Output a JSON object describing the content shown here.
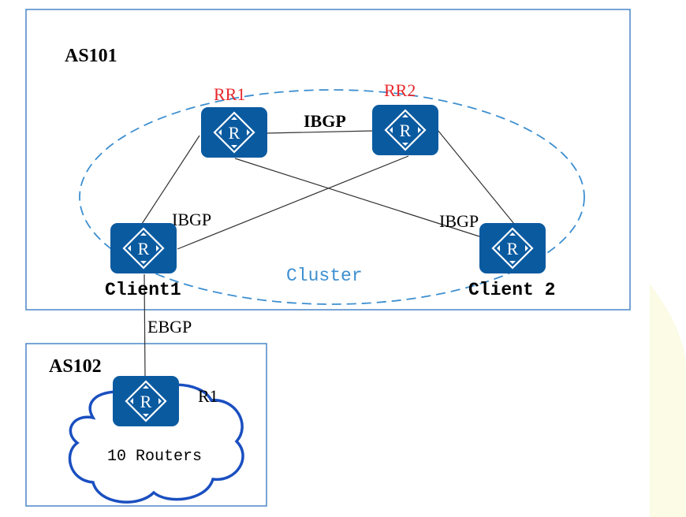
{
  "as101": {
    "label": "AS101"
  },
  "as102": {
    "label": "AS102"
  },
  "cluster": {
    "label": "Cluster"
  },
  "routers": {
    "rr1": {
      "label": "RR1",
      "glyph": "R"
    },
    "rr2": {
      "label": "RR2",
      "glyph": "R"
    },
    "client1": {
      "label": "Client1",
      "glyph": "R"
    },
    "client2": {
      "label": "Client 2",
      "glyph": "R"
    },
    "r1": {
      "label": "R1",
      "glyph": "R"
    }
  },
  "links": {
    "ibgp_top": "IBGP",
    "ibgp_left": "IBGP",
    "ibgp_right": "IBGP",
    "ebgp": "EBGP"
  },
  "cloud": {
    "label": "10 Routers"
  },
  "colors": {
    "box_border": "#4a86c8",
    "router_fill": "#0a5aa0",
    "router_label_red": "#e8262a",
    "cluster_dash": "#3d8fd0",
    "cloud_stroke": "#1a4fc0",
    "corner_tint": "#fbfbe6"
  }
}
